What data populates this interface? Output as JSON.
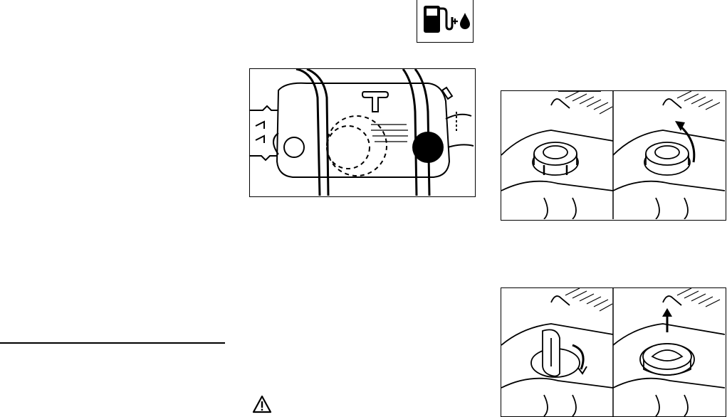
{
  "page": {
    "background": "#ffffff",
    "ink": "#000000"
  },
  "icons": {
    "fuel_oil_symbol": "fuel-pump-plus-oil-drop-icon",
    "warning_symbol": "warning-triangle-icon"
  },
  "illustrations": [
    {
      "name": "chainsaw-side-view-with-fuel-cap-marker"
    },
    {
      "name": "fuel-cap-closed-and-lift-handle"
    },
    {
      "name": "fuel-cap-turn-and-remove"
    }
  ]
}
